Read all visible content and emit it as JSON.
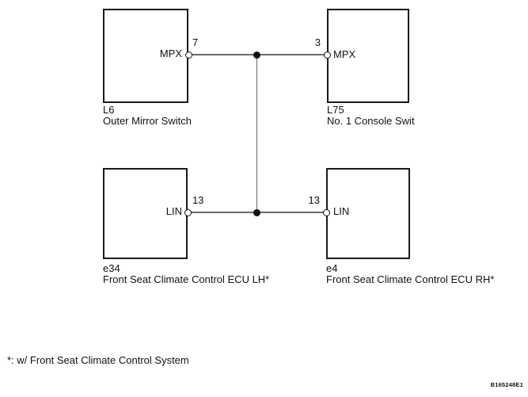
{
  "diagram": {
    "components": [
      {
        "code": "L6",
        "name": "Outer Mirror Switch",
        "port": "MPX",
        "pin": "7"
      },
      {
        "code": "L75",
        "name": "No. 1 Console Swit",
        "port": "MPX",
        "pin": "3"
      },
      {
        "code": "e34",
        "name": "Front Seat Climate Control ECU LH*",
        "port": "LIN",
        "pin": "13"
      },
      {
        "code": "e4",
        "name": "Front Seat Climate Control ECU RH*",
        "port": "LIN",
        "pin": "13"
      }
    ],
    "footnote": "*: w/ Front Seat Climate Control System",
    "reference_code": "B165248E1",
    "colors": {
      "background": "#ffffff",
      "box_border": "#1a1a1a",
      "wire": "#6a6a6a",
      "text": "#111111"
    }
  }
}
